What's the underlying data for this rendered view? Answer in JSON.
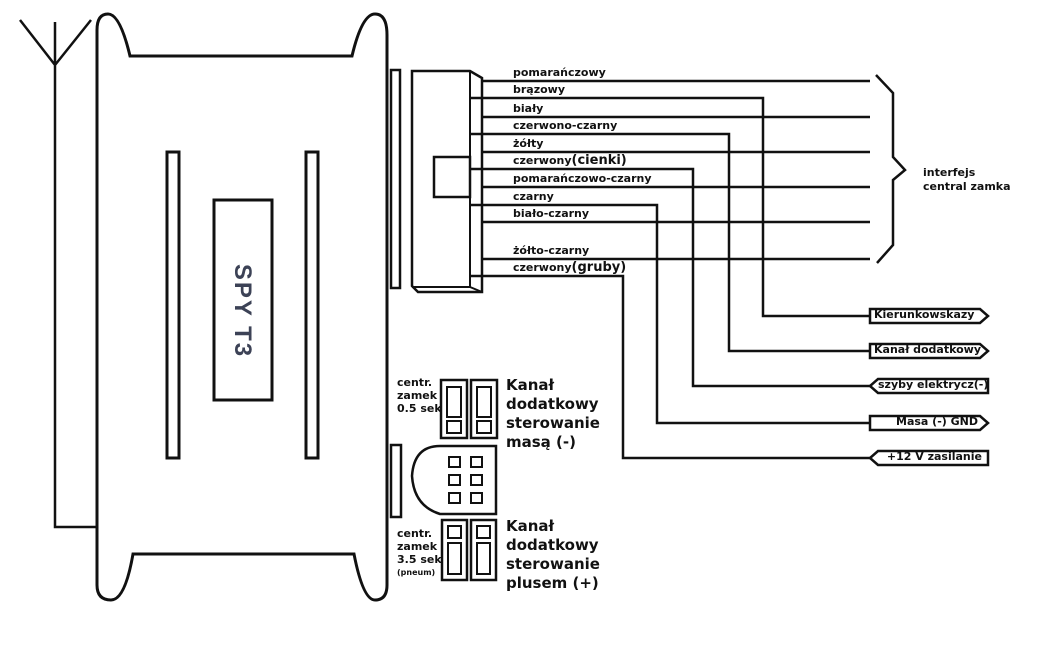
{
  "device": {
    "model": "SPY T3"
  },
  "connector_wires": [
    {
      "label": "pomarańczowy",
      "route": "interface"
    },
    {
      "label": "brązowy",
      "route": "Kierunkowskazy"
    },
    {
      "label": "biały",
      "route": "interface"
    },
    {
      "label": "czerwono-czarny",
      "route": "Kanał dodatkowy"
    },
    {
      "label": "żółty",
      "route": "interface"
    },
    {
      "label": "czerwony",
      "label_suffix": "(cienki)",
      "route": "szyby elektrycz(-)"
    },
    {
      "label": "pomarańczowo-czarny",
      "route": "interface"
    },
    {
      "label": "czarny",
      "route": "Masa (-) GND"
    },
    {
      "label": "biało-czarny",
      "route": "interface"
    },
    {
      "label": "żółto-czarny",
      "route": "interface"
    },
    {
      "label": "czerwony",
      "label_suffix": "(gruby)",
      "route": "+12 V zasilanie"
    }
  ],
  "interface_brace": {
    "line1": "interfejs",
    "line2": "central zamka"
  },
  "terminals": [
    {
      "label": "Kierunkowskazy",
      "direction": "out"
    },
    {
      "label": "Kanał dodatkowy",
      "direction": "out"
    },
    {
      "label": "szyby elektrycz(-)",
      "direction": "in"
    },
    {
      "label": "Masa (-) GND",
      "direction": "out"
    },
    {
      "label": "+12 V zasilanie",
      "direction": "in"
    }
  ],
  "jumper_top": {
    "left": [
      "centr.",
      "zamek",
      "0.5 sek"
    ],
    "right": [
      "Kanał",
      "dodatkowy",
      "sterowanie",
      "masą (-)"
    ]
  },
  "jumper_bottom": {
    "left": [
      "centr.",
      "zamek",
      "3.5 sek"
    ],
    "left_note": "(pneum)",
    "right": [
      "Kanał",
      "dodatkowy",
      "sterowanie",
      "plusem (+)"
    ]
  }
}
